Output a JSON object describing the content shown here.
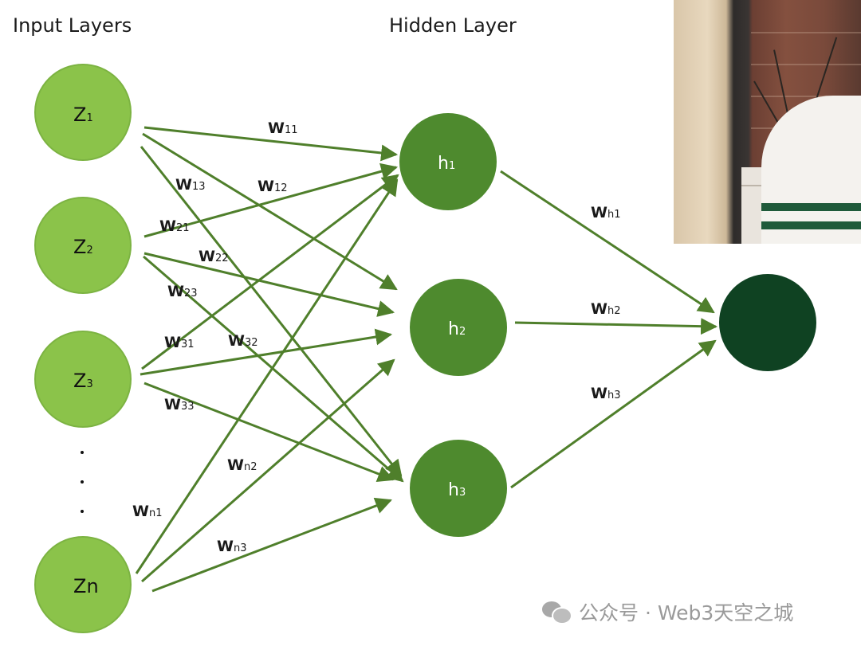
{
  "titles": {
    "input": "Input Layers",
    "hidden": "Hidden Layer"
  },
  "colors": {
    "input_node": "#8bc34a",
    "input_stroke": "#7cb342",
    "hidden_node": "#4e8a2e",
    "output_node": "#0f4222",
    "edge": "#4f7f2b"
  },
  "input_nodes": [
    {
      "base": "Z",
      "sub": "1"
    },
    {
      "base": "Z",
      "sub": "2"
    },
    {
      "base": "Z",
      "sub": "3"
    },
    {
      "base": "Zn",
      "sub": ""
    }
  ],
  "ellipsis": "· · ·",
  "hidden_nodes": [
    {
      "base": "h",
      "sub": "1"
    },
    {
      "base": "h",
      "sub": "2"
    },
    {
      "base": "h",
      "sub": "3"
    }
  ],
  "output_node": {
    "label": ""
  },
  "weights": [
    {
      "base": "W",
      "sub": "11"
    },
    {
      "base": "W",
      "sub": "12"
    },
    {
      "base": "W",
      "sub": "13"
    },
    {
      "base": "W",
      "sub": "21"
    },
    {
      "base": "W",
      "sub": "22"
    },
    {
      "base": "W",
      "sub": "23"
    },
    {
      "base": "W",
      "sub": "31"
    },
    {
      "base": "W",
      "sub": "32"
    },
    {
      "base": "W",
      "sub": "33"
    },
    {
      "base": "W",
      "sub": "n1"
    },
    {
      "base": "W",
      "sub": "n2"
    },
    {
      "base": "W",
      "sub": "n3"
    },
    {
      "base": "W",
      "sub": "h1"
    },
    {
      "base": "W",
      "sub": "h2"
    },
    {
      "base": "W",
      "sub": "h3"
    }
  ],
  "watermark": {
    "icon": "wechat-icon",
    "text": "公众号 · Web3天空之城"
  },
  "webcam": {
    "description_icon": "presenter-video"
  }
}
